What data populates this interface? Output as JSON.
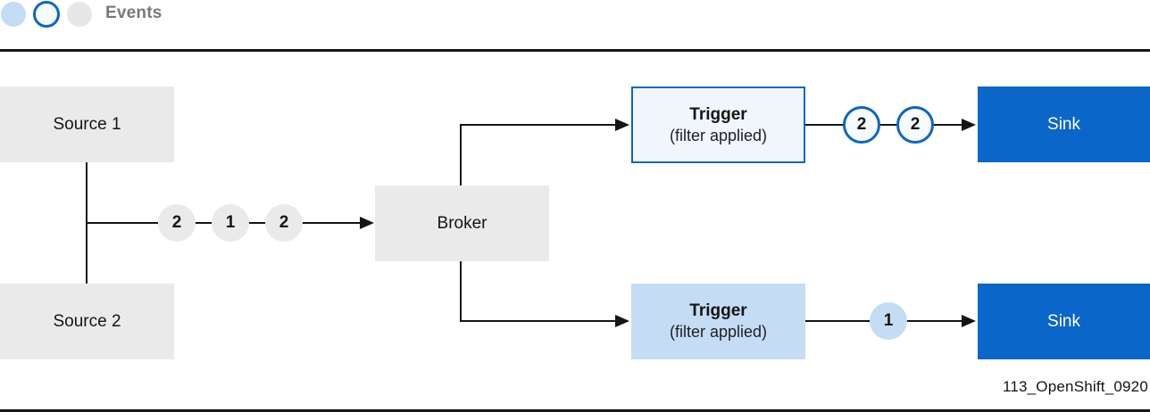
{
  "header": {
    "title": "Events",
    "legend_circles": [
      {
        "name": "event-type-filtered",
        "fill": "#c5dcf5"
      },
      {
        "name": "event-type-outlined",
        "fill": "#f7fbfe",
        "border": "#0b66c9"
      },
      {
        "name": "event-type-unfiltered",
        "fill": "#e7e7e7"
      }
    ]
  },
  "diagram": {
    "sources": [
      {
        "label": "Source 1"
      },
      {
        "label": "Source 2"
      }
    ],
    "broker": {
      "label": "Broker"
    },
    "triggers": [
      {
        "label": "Trigger",
        "sublabel": "(filter applied)",
        "variant": "outlined"
      },
      {
        "label": "Trigger",
        "sublabel": "(filter applied)",
        "variant": "filled-light-blue"
      }
    ],
    "sinks": [
      {
        "label": "Sink"
      },
      {
        "label": "Sink"
      }
    ],
    "badges": {
      "broker_in": [
        "2",
        "1",
        "2"
      ],
      "sink1_in": [
        "2",
        "2"
      ],
      "sink2_in": [
        "1"
      ]
    }
  },
  "colors": {
    "accent_blue": "#0b66c9",
    "light_blue": "#c5dcf5",
    "pale_blue": "#f0f6fc",
    "gray_box": "#eaeaea",
    "ink": "#151515",
    "header_gray": "#77787b"
  },
  "footer": {
    "figure_id": "113_OpenShift_0920"
  }
}
